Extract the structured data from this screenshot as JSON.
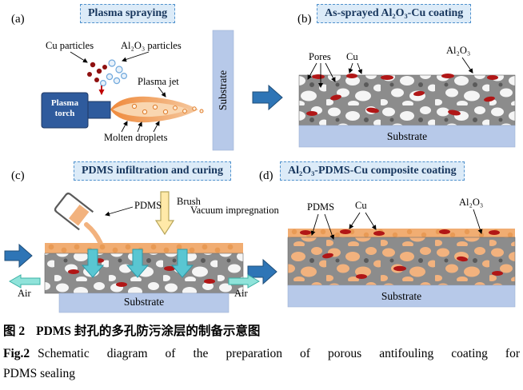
{
  "panel_a": {
    "label": "(a)",
    "title": "Plasma spraying",
    "cu_particles": "Cu particles",
    "al2o3_particles": "Al₂O₃ particles",
    "plasma_jet": "Plasma jet",
    "plasma_torch": "Plasma torch",
    "molten_droplets": "Molten droplets",
    "substrate": "Substrate"
  },
  "panel_b": {
    "label": "(b)",
    "title": "As-sprayed Al₂O₃-Cu coating",
    "pores": "Pores",
    "cu": "Cu",
    "al2o3": "Al₂O₃",
    "substrate": "Substrate"
  },
  "panel_c": {
    "label": "(c)",
    "title": "PDMS infiltration and curing",
    "pdms": "PDMS",
    "brush": "Brush",
    "vacuum_impregnation": "Vacuum impregnation",
    "air_left": "Air",
    "air_right": "Air",
    "substrate": "Substrate"
  },
  "panel_d": {
    "label": "(d)",
    "title": "Al₂O₃-PDMS-Cu composite coating",
    "pdms": "PDMS",
    "cu": "Cu",
    "al2o3": "Al₂O₃",
    "substrate": "Substrate"
  },
  "caption": {
    "zh_label": "图 2",
    "zh_text": "PDMS 封孔的多孔防污涂层的制备示意图",
    "en_label": "Fig.2",
    "en_line1": "Schematic diagram of the preparation of porous antifouling coating for",
    "en_line2": "PDMS sealing"
  },
  "colors": {
    "title_bg": "#dcebf8",
    "title_border": "#4f91cd",
    "title_text": "#17365d",
    "substrate_blue": "#b7c9e9",
    "coating_gray": "#8c8c8c",
    "pore_white": "#f5f5f5",
    "pdms_orange": "#f1ad72",
    "cu_red": "#b11616",
    "process_arrow_blue": "#2e75b6",
    "air_cyan": "#8fe3da",
    "infiltration_cyan": "#59c6d2",
    "torch_blue": "#2f5b9d",
    "flame_orange": "#ef8a3c"
  }
}
